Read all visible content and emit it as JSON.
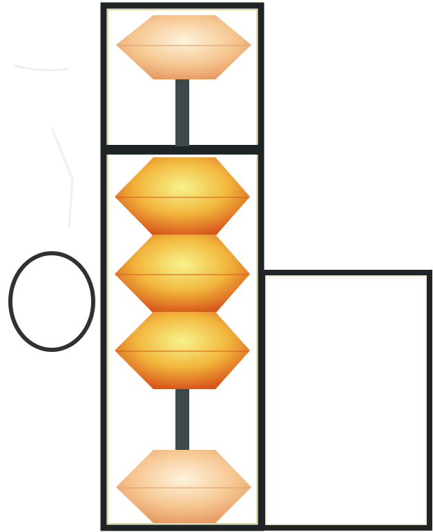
{
  "abacus": {
    "upper_deck": {
      "beads_total": 1,
      "beads_counted": 0,
      "bead_value_each": 5
    },
    "lower_deck": {
      "beads_total": 4,
      "beads_counted": 3,
      "bead_value_each": 1
    },
    "shown_value": 3
  },
  "answer_box": {
    "value": ""
  },
  "oval_mark": {
    "value": ""
  },
  "colors": {
    "frame": "#1f2426",
    "frame_edge": "#c9c46a",
    "rod": "#3c4a4c",
    "bead_active_top": "#f7f48c",
    "bead_active_mid": "#f2b63c",
    "bead_active_edge": "#d8571c",
    "bead_idle_light": "#fdf3dc",
    "bead_idle_mid": "#f6c792",
    "bead_idle_edge": "#e89a63",
    "oval_stroke": "#2e3330",
    "box_stroke": "#1f2426"
  }
}
